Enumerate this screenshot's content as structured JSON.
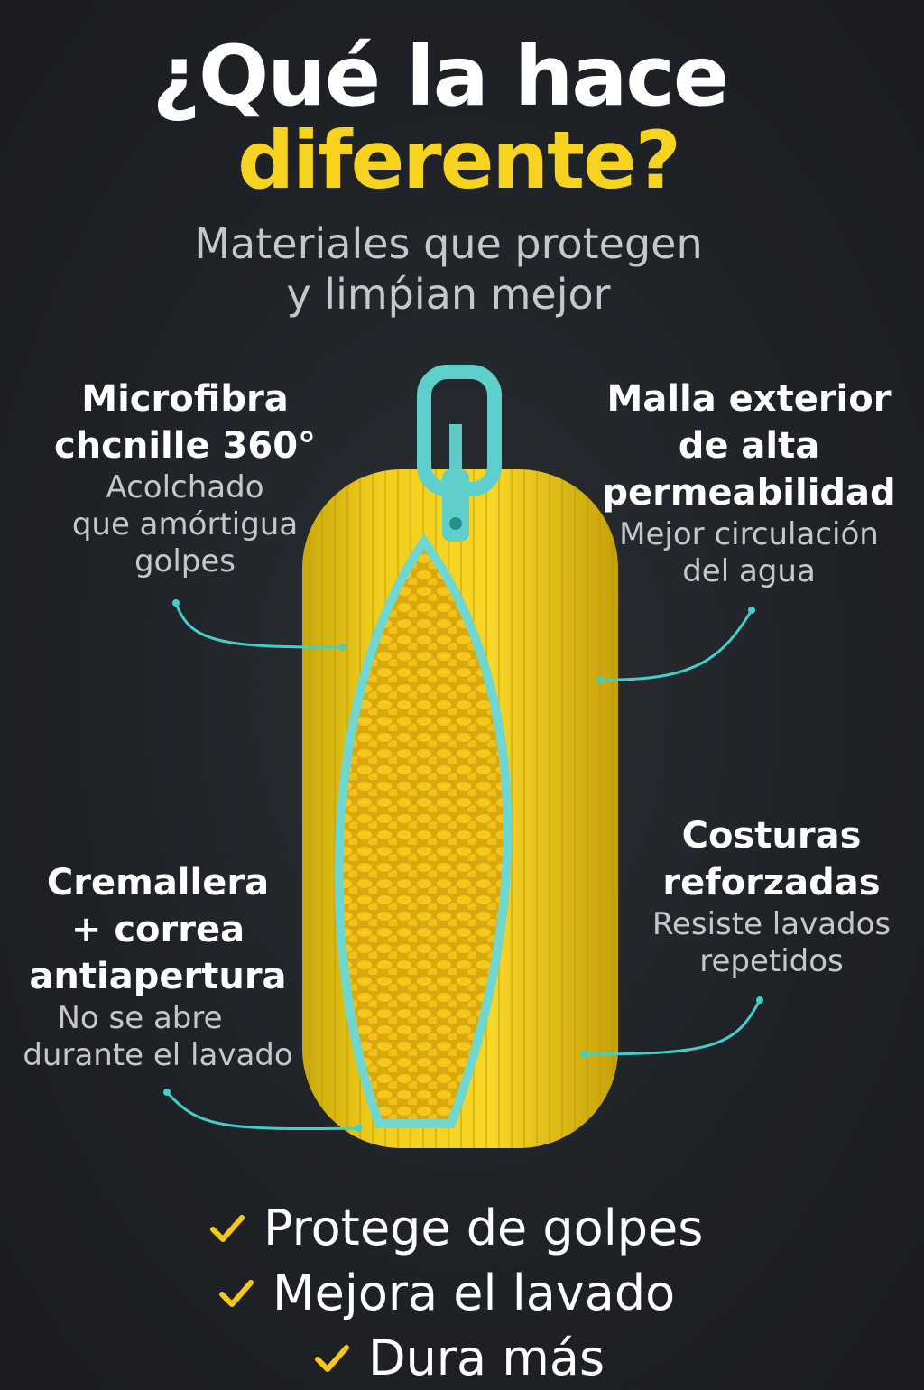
{
  "title": {
    "line1": "¿Qué la hace",
    "line2": "diferente?"
  },
  "subtitle": {
    "line1": "Materiales que protegen",
    "line2": "y limṕian mejor"
  },
  "features": [
    {
      "title": [
        "Microfibra",
        "chcnille 360°"
      ],
      "desc": [
        "Acolchado",
        "que amórtigua",
        "golpes"
      ]
    },
    {
      "title": [
        "Malla exterior",
        "de alta",
        "permeabilidad"
      ],
      "desc": [
        "Mejor circulación",
        "del agua"
      ]
    },
    {
      "title": [
        "Cremallera",
        "+ correa",
        "antiapertura"
      ],
      "desc": [
        "No se abre",
        "durante el lavado"
      ]
    },
    {
      "title": [
        "Costuras",
        "reforzadas"
      ],
      "desc": [
        "Resiste lavados",
        "repetidos"
      ]
    }
  ],
  "benefits": [
    "Protege de golpes",
    "Mejora el lavado",
    "Dura más"
  ],
  "colors": {
    "accent": "#f6d31e",
    "teal": "#3fd0cc",
    "background": "#1f2227"
  }
}
